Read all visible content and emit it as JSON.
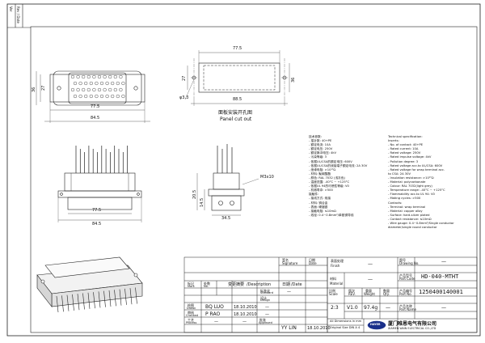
{
  "drawing": {
    "side_strip": [
      "Ver",
      "Rev / Date"
    ],
    "dimensions": {
      "top_width": "77.5",
      "panel_height": "27",
      "panel_inner": "36",
      "panel_hole": "φ3.3",
      "panel_length": "88.5",
      "front_width_1": "84.5",
      "front_width_2": "77.5",
      "front_width_3": "84.5",
      "front_height_1": "27",
      "front_height_2": "36",
      "side_thread": "M3x10",
      "side_width": "34.5",
      "side_height": "20.5",
      "side_height_2": "14.5"
    },
    "panel_caption_cn": "面板安装开孔图",
    "panel_caption_en": "Panel cut out"
  },
  "spec_cn": {
    "title": "技术参数:",
    "lines": [
      "- 插针数: 40+PE",
      "- 额定电流: 10A",
      "- 额定电压: 250V",
      "- 额定脉冲电压: 4kV",
      "- 污染等级: 3",
      "- 依据UL/CSA的额定电压: 600V",
      "- 依据UL/CSA的绕接端子额定电流: 2A 30V",
      "- 绝缘电阻: >10¹⁰Ω",
      "- 材料: 聚碳酸酯",
      "- 颜色: RAL 7032 (浅灰色)",
      "- 温度范围: -40°C ~ +125°C",
      "- 依据UL 94的可燃性等级: V0",
      "- 机械寿命: >500",
      "接触件:",
      "- 接线方式: 绕接",
      "- 材料: 铜合金",
      "- 表面: 硬镀银",
      "- 接触电阻: ≤10mΩ",
      "- 线径: 0.4~0.8mm²/单股铜导线"
    ]
  },
  "spec_en": {
    "title": "Technical specification:",
    "lines": [
      "Inserts:",
      "- No. of contact: 40+PE",
      "- Rated current: 10A",
      "- Rated voltage: 250V",
      "- Rated impulse voltage: 4kV",
      "- Pollution degree: 3",
      "- Rated voltage acc.to UL/CSA: 600V",
      "- Rated voltage for wrap terminal acc.",
      "  to CSA: 2A 30V",
      "- Insulation resistance: >10¹⁰Ω",
      "- Material: polycarbonate",
      "- Colour: RAL 7032(light grey)",
      "- Temperature range: -40°C ~ +125°C",
      "- Flammability acc.to UL 94: V0",
      "- Mating cycles: >500",
      "Contacts:",
      "- Terminal: wrap terminal",
      "- Material: copper alloy",
      "- Surface: hard-silver plated",
      "- Contact resistance: ≤10mΩ",
      "- Wire gauge: 0.4~0.8mm²/Single conductor",
      "  diameter/single round conductor"
    ]
  },
  "title_block": {
    "finish_cn": "表面处理",
    "finish_en": "Finish",
    "finish_val": "—",
    "drawing_no_cn": "图号",
    "drawing_no_en": "Drawing No.",
    "drawing_no_val": "—",
    "part_code_cn": "产品型号",
    "part_code_en": "Part Code",
    "part_code_val": "HD-040-MTHT",
    "part_no_cn": "产品编号",
    "part_no_en": "Part No.",
    "part_no_val": "1250400140001",
    "part_name_cn": "产品名称",
    "part_name_en": "Part Name",
    "part_name_val": "—",
    "material_cn": "材料",
    "material_en": "Material",
    "material_val": "—",
    "scale_cn": "比例",
    "scale_en": "Scale",
    "scale_val": "2:3",
    "rev_cn": "版次",
    "rev_en": "REV.",
    "rev_val": "V1.0",
    "weight_cn": "重量",
    "weight_en": "Weight",
    "weight_val": "97.4g",
    "qty_cn": "数量",
    "qty_en": "Qty.",
    "qty_val": "—",
    "hdr_mark_cn": "标记",
    "hdr_mark_en": "Mark",
    "hdr_no_cn": "处数",
    "hdr_no_en": "No.",
    "hdr_desc_cn": "变更摘要",
    "hdr_desc_en": "/Description",
    "hdr_date_cn": "日期",
    "hdr_date_en": "/Date",
    "hdr_sign_cn": "签名",
    "hdr_sign_en": "Signature",
    "hdr_date2_cn": "日期",
    "hdr_date2_en": "Date",
    "drawn_cn": "绘图",
    "drawn_en": "Drawn",
    "drawn_name": "BQ LUO",
    "drawn_date": "18.10.2010",
    "checked_cn": "审核",
    "checked_en": "Checked",
    "checked_name": "P RAO",
    "checked_date": "18.10.2010",
    "process_cn": "工艺",
    "process_en": "Process",
    "approved_cn": "批准",
    "approved_en": "Approved",
    "approved_name": "YY LIN",
    "approved_date": "18.10.2010",
    "standard_cn": "标准化",
    "standard_en": "Standard",
    "design_cn": "设计",
    "design_en": "Design",
    "dash": "—",
    "dim_note_1": "All Dimensions in mm",
    "dim_note_2": "Original Size DIN A 4",
    "logo_text": "HAYER",
    "company_cn": "厦门唯恩电气有限公司",
    "company_en": "XIAMEN WAIN ELECTRICAL CO.,LTD"
  }
}
